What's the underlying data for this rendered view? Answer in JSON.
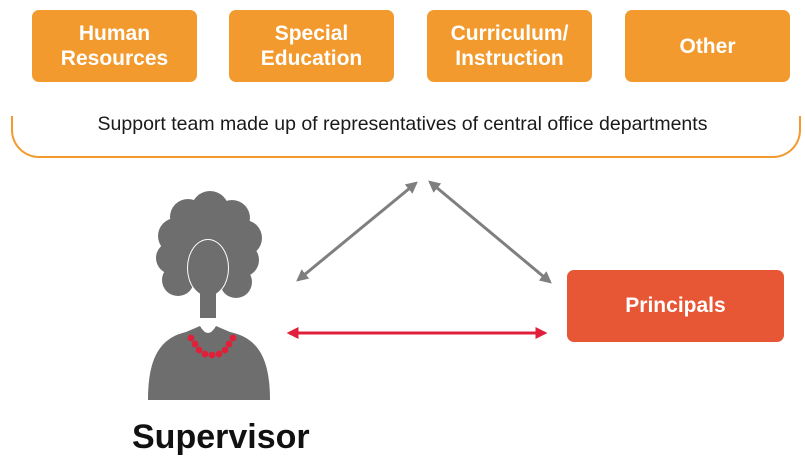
{
  "departments": [
    {
      "label": "Human\nResources"
    },
    {
      "label": "Special\nEducation"
    },
    {
      "label": "Curriculum/\nInstruction"
    },
    {
      "label": "Other"
    }
  ],
  "support_team_text": "Support team made up of representatives of central office departments",
  "principals_label": "Principals",
  "supervisor_label": "Supervisor",
  "colors": {
    "department_box": "#f29a2e",
    "principals_box": "#e85735",
    "gray_arrow": "#7f7f7f",
    "red_arrow": "#e0203a",
    "figure": "#6e6e6e",
    "necklace": "#e0203a"
  }
}
